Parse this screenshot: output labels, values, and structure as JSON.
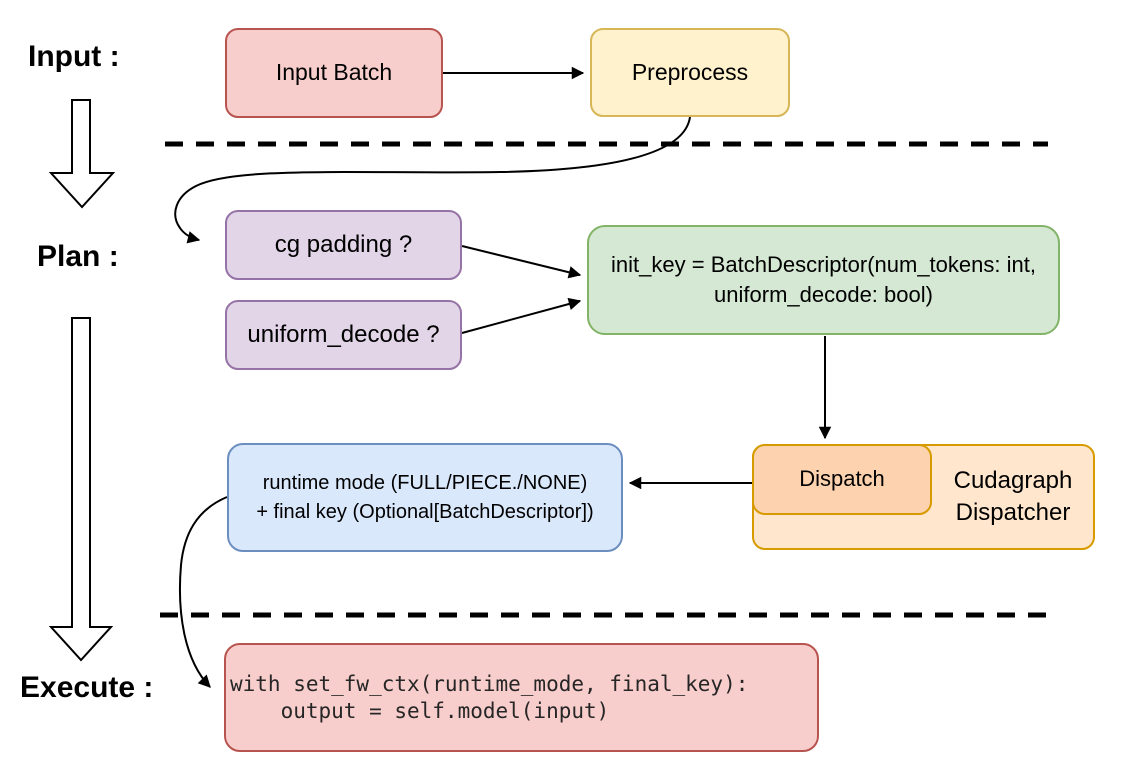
{
  "diagram": {
    "stage_labels": {
      "input": "Input :",
      "plan": "Plan :",
      "execute": "Execute :"
    },
    "nodes": {
      "input_batch": {
        "label": "Input Batch",
        "fill": "#f8cecc",
        "border": "#b85450"
      },
      "preprocess": {
        "label": "Preprocess",
        "fill": "#fff2cc",
        "border": "#d6b656"
      },
      "cg_padding": {
        "label": "cg padding ?",
        "fill": "#e1d5e7",
        "border": "#9673a6"
      },
      "uniform_decode": {
        "label": "uniform_decode ?",
        "fill": "#e1d5e7",
        "border": "#9673a6"
      },
      "init_key": {
        "line1": "init_key = BatchDescriptor(num_tokens: int,",
        "line2": "uniform_decode: bool)",
        "fill": "#d5e8d4",
        "border": "#82b366"
      },
      "dispatch": {
        "label": "Dispatch",
        "fill": "#fdd2ae",
        "border": "#d79b00"
      },
      "cudagraph_dispatcher": {
        "line1": "Cudagraph",
        "line2": "Dispatcher",
        "fill": "#ffe6cc",
        "border": "#d79b00"
      },
      "runtime_mode_key": {
        "line1": "runtime mode (FULL/PIECE./NONE)",
        "line2": "+ final key (Optional[BatchDescriptor])",
        "fill": "#dae8fc",
        "border": "#6c8ebf"
      },
      "execute_code": {
        "line1": "with set_fw_ctx(runtime_mode, final_key):",
        "line2": "    output = self.model(input)",
        "fill": "#f8cecc",
        "border": "#b85450"
      }
    },
    "colors": {
      "line": "#000000",
      "text": "#000000",
      "background": "#ffffff"
    }
  }
}
